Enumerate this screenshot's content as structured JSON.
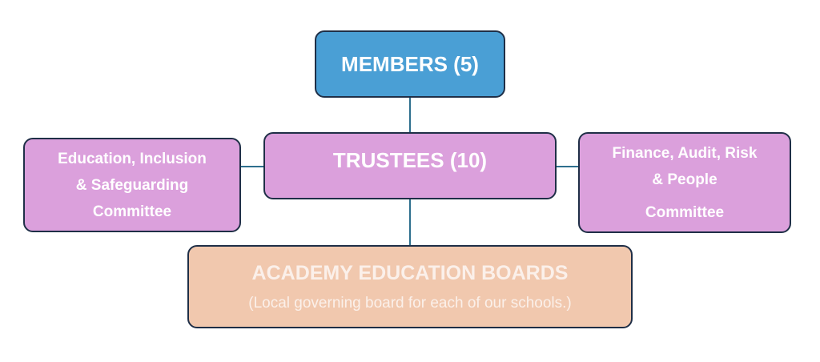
{
  "members": {
    "label": "MEMBERS (5)"
  },
  "trustees": {
    "label": "TRUSTEES (10)"
  },
  "committee_left": {
    "lines": [
      "Education, Inclusion",
      "& Safeguarding",
      "Committee"
    ]
  },
  "committee_right": {
    "lines": [
      "Finance, Audit, Risk",
      "& People",
      "Committee"
    ]
  },
  "boards": {
    "title": "ACADEMY EDUCATION BOARDS",
    "subtitle": "(Local governing board for each of our schools.)"
  },
  "colors": {
    "members_fill": "#4a9fd5",
    "trustees_fill": "#dba0dc",
    "committee_fill": "#dba0dc",
    "boards_fill": "#f1c8ae",
    "border": "#1f2f47",
    "connector": "#2e6f8e"
  }
}
